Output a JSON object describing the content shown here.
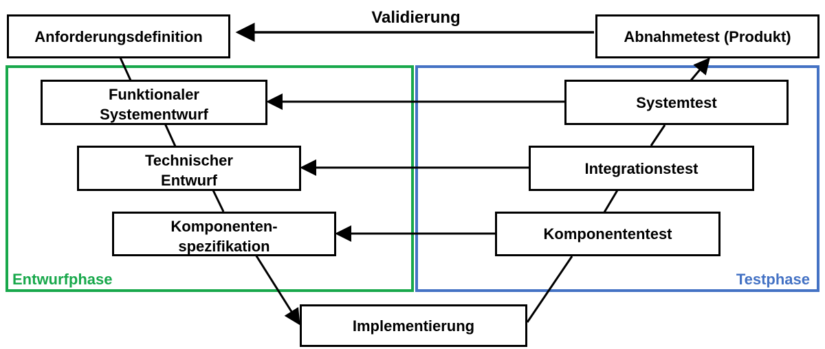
{
  "validation_label": "Validierung",
  "phases": {
    "design": {
      "label": "Entwurfphase",
      "color": "#18a84b"
    },
    "test": {
      "label": "Testphase",
      "color": "#4472c4"
    }
  },
  "design_boxes": {
    "requirements": "Anforderungsdefinition",
    "functional": "Funktionaler\nSystementwurf",
    "technical": "Technischer\nEntwurf",
    "component_spec": "Komponenten-\nspezifikation"
  },
  "implementation": "Implementierung",
  "test_boxes": {
    "acceptance": "Abnahmetest (Produkt)",
    "system": "Systemtest",
    "integration": "Integrationstest",
    "component": "Komponententest"
  }
}
